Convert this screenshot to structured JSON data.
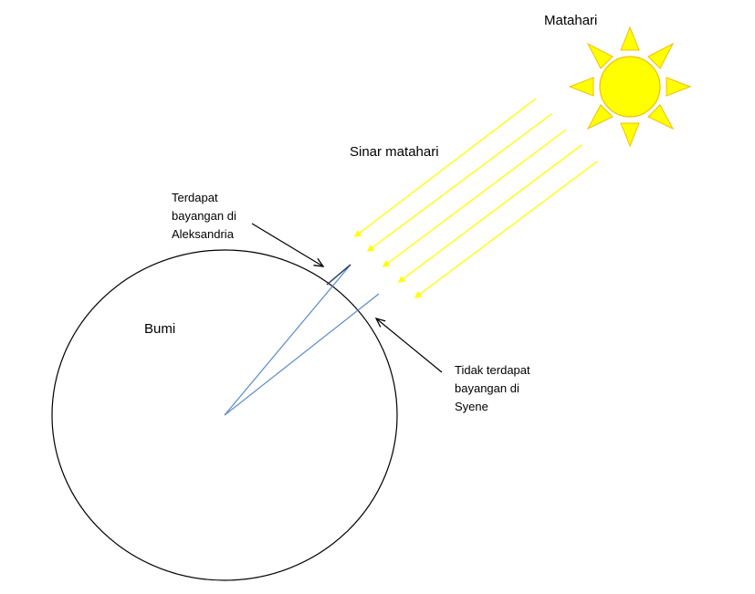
{
  "labels": {
    "sun": "Matahari",
    "sunlight": "Sinar matahari",
    "earth": "Bumi",
    "alexandria": [
      "Terdapat",
      "bayangan di",
      "Aleksandria"
    ],
    "syene": [
      "Tidak terdapat",
      "bayangan di",
      "Syene"
    ]
  },
  "colors": {
    "sun": "#FFFF00",
    "sun_outline": "#F0C000",
    "rays": "#FFFF00",
    "radius_lines": "#5B8AC8",
    "earth_outline": "#000000",
    "pointer_arrows": "#000000"
  },
  "icons": {
    "sun": "sun-icon",
    "earth": "earth-circle"
  }
}
